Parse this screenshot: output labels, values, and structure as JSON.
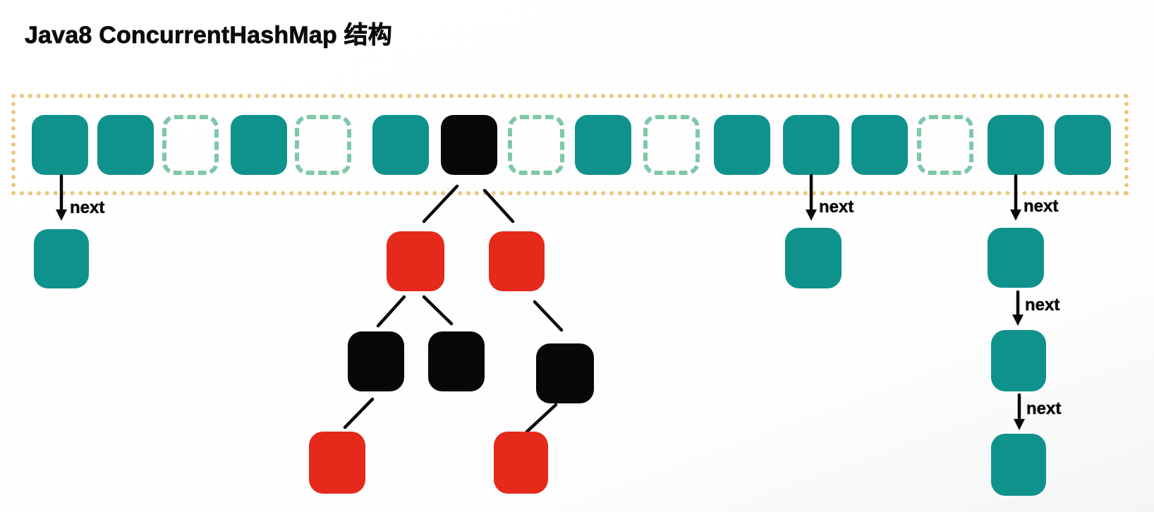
{
  "title": "Java8 ConcurrentHashMap 结构",
  "next_label": "next",
  "colors": {
    "teal": "#0f928c",
    "red": "#e5291a",
    "black": "#070707",
    "empty_cell_dash": "#7ec8a5",
    "array_border": "#e9c77e",
    "line": "#0a0a0a",
    "title_text": "#0b0b0b",
    "background": "#ffffff"
  },
  "bucket_array": {
    "cell_count": 16,
    "cells": [
      "filled",
      "filled",
      "empty",
      "filled",
      "empty",
      "filled",
      "root",
      "empty",
      "filled",
      "empty",
      "filled",
      "filled",
      "filled",
      "empty",
      "filled",
      "filled"
    ]
  },
  "linked_lists": [
    {
      "bucket_index": 0,
      "node_count": 1,
      "arrow_labels": [
        "next"
      ]
    },
    {
      "bucket_index": 11,
      "node_count": 1,
      "arrow_labels": [
        "next"
      ]
    },
    {
      "bucket_index": 14,
      "node_count": 3,
      "arrow_labels": [
        "next",
        "next",
        "next"
      ]
    }
  ],
  "tree": {
    "root_bucket_index": 6,
    "nodes": [
      {
        "id": "red-left",
        "color": "red"
      },
      {
        "id": "red-right",
        "color": "red"
      },
      {
        "id": "black-left",
        "color": "black"
      },
      {
        "id": "black-mid",
        "color": "black"
      },
      {
        "id": "black-right",
        "color": "black"
      },
      {
        "id": "red-bottom-left",
        "color": "red"
      },
      {
        "id": "red-bottom-right",
        "color": "red"
      }
    ],
    "edges": [
      {
        "from": "root-bucket",
        "to": "red-left"
      },
      {
        "from": "root-bucket",
        "to": "red-right"
      },
      {
        "from": "red-left",
        "to": "black-left"
      },
      {
        "from": "red-left",
        "to": "black-mid"
      },
      {
        "from": "red-right",
        "to": "black-right"
      },
      {
        "from": "black-left",
        "to": "red-bottom-left"
      },
      {
        "from": "black-right",
        "to": "red-bottom-right"
      }
    ]
  }
}
